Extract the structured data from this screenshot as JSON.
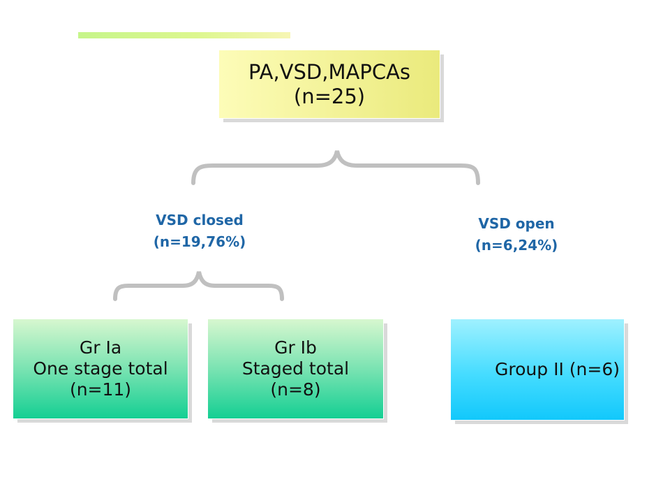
{
  "root": {
    "line1": "PA,VSD,MAPCAs",
    "line2": "(n=25)"
  },
  "branches": {
    "closed": {
      "label": "VSD closed",
      "count": "(n=19,76%)"
    },
    "open": {
      "label": "VSD open",
      "count": "(n=6,24%)"
    }
  },
  "groups": {
    "ia": {
      "title": "Gr Ia",
      "desc": "One stage total",
      "count": "(n=11)"
    },
    "ib": {
      "title": "Gr Ib",
      "desc": "Staged total",
      "count": "(n=8)"
    },
    "ii": {
      "title": "Group II (n=6)"
    }
  },
  "colors": {
    "root_fill": "#f0f08a",
    "group1_fill": "#3fdba0",
    "group2_fill": "#30d2ff",
    "label_text": "#1f66a6",
    "brace": "#c0c0c0"
  }
}
